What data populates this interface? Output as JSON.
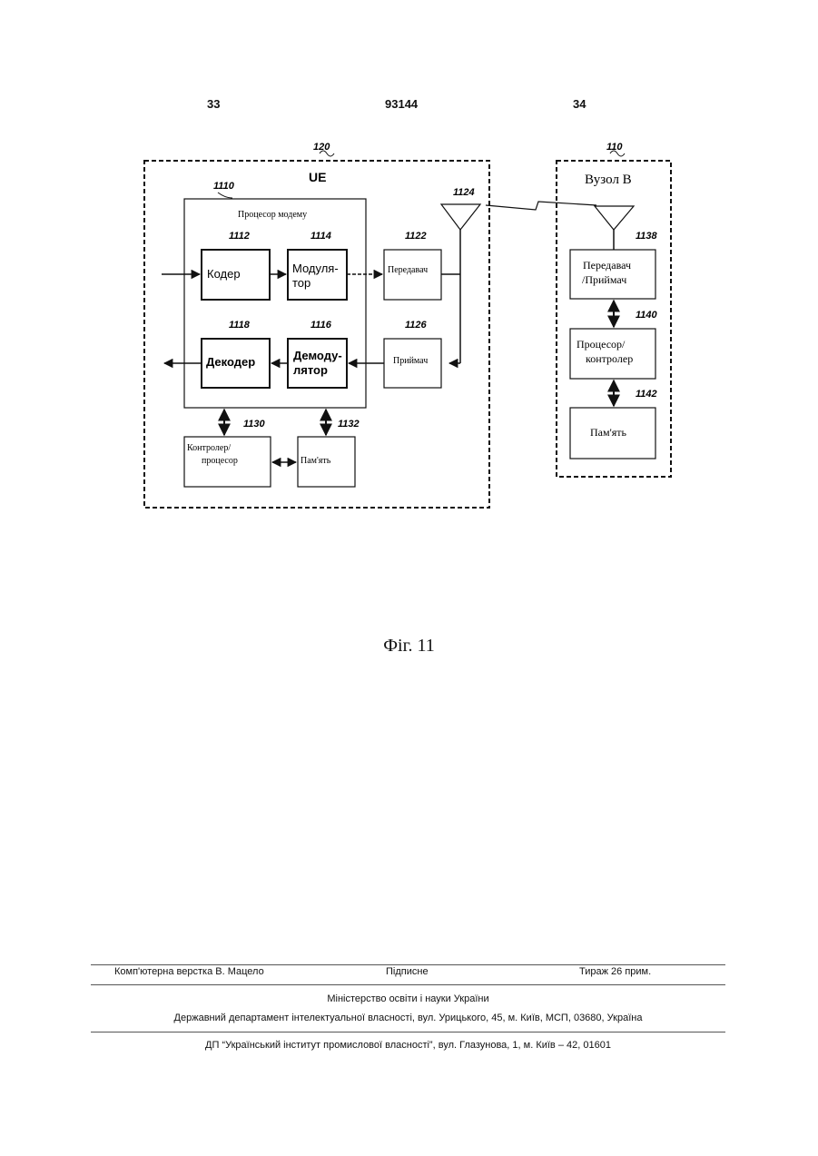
{
  "header": {
    "page_left": "33",
    "patent_number": "93144",
    "page_right": "34"
  },
  "diagram": {
    "ue": {
      "ref": "120",
      "title": "UE",
      "modem": {
        "ref": "1110",
        "title": "Процесор модему"
      },
      "encoder": {
        "ref": "1112",
        "label": "Кодер"
      },
      "modulator": {
        "ref": "1114",
        "label_line1": "Модуля-",
        "label_line2": "тор"
      },
      "decoder": {
        "ref": "1118",
        "label": "Декодер"
      },
      "demodulator": {
        "ref": "1116",
        "label_line1": "Демоду-",
        "label_line2": "лятор"
      },
      "transmitter": {
        "ref": "1122",
        "label": "Передавач"
      },
      "receiver": {
        "ref": "1126",
        "label": "Приймач"
      },
      "antenna": {
        "ref": "1124"
      },
      "controller": {
        "ref": "1130",
        "label_line1": "Контролер/",
        "label_line2": "процесор"
      },
      "memory": {
        "ref": "1132",
        "label": "Пам'ять"
      }
    },
    "node_b": {
      "ref": "110",
      "title": "Вузол В",
      "transceiver": {
        "ref": "1138",
        "label_line1": "Передавач",
        "label_line2": "/Приймач"
      },
      "processor": {
        "ref": "1140",
        "label_line1": "Процесор/",
        "label_line2": "контролер"
      },
      "memory": {
        "ref": "1142",
        "label": "Пам'ять"
      }
    }
  },
  "caption": "Фіг. 11",
  "footer": {
    "layout": "Комп'ютерна верстка В. Мацело",
    "signed": "Підписне",
    "circulation": "Тираж 26 прим.",
    "ministry": "Міністерство освіти і науки України",
    "department": "Державний департамент інтелектуальної власності, вул. Урицького, 45, м. Київ, МСП, 03680, Україна",
    "institute": "ДП “Український інститут промислової власності”, вул. Глазунова, 1, м. Київ – 42, 01601"
  }
}
